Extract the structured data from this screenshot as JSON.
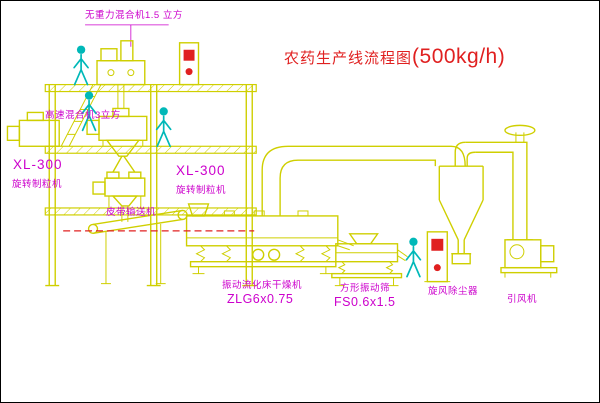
{
  "title": {
    "text": "农药生产线流程图",
    "capacity": "(500kg/h)"
  },
  "labels": {
    "mixer_top": "无重力混合机1.5 立方",
    "mixer_high_speed": "高速混合机3立方",
    "granulator_left_model": "XL-300",
    "granulator_left_name": "旋转制粒机",
    "granulator_mid_model": "XL-300",
    "granulator_mid_name": "旋转制粒机",
    "belt_conveyor": "皮带输送机",
    "dryer_name": "振动流化床干燥机",
    "dryer_model": "ZLG6x0.75",
    "sieve_name": "方形振动筛",
    "sieve_model": "FS0.6x1.5",
    "dust_collector": "旋风除尘器",
    "fan": "引风机"
  },
  "colors": {
    "yellow": "#cfcf00",
    "cyan": "#00b8b8",
    "magenta": "#cc00cc",
    "red": "#e02020"
  }
}
